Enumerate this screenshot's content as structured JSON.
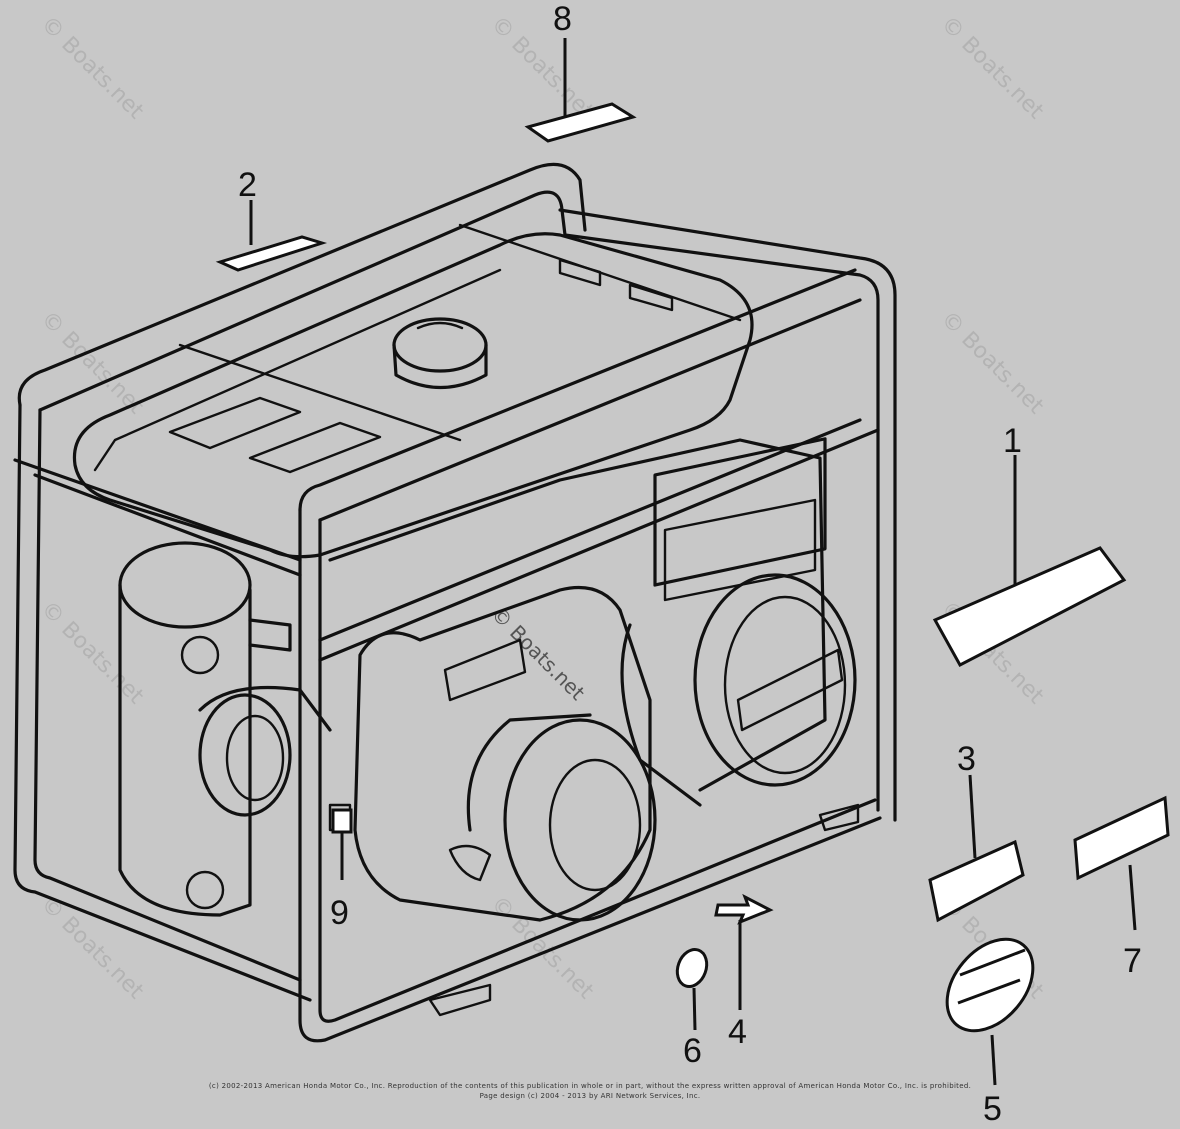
{
  "callouts": {
    "c1": "1",
    "c2": "2",
    "c3": "3",
    "c4": "4",
    "c5": "5",
    "c6": "6",
    "c7": "7",
    "c8": "8",
    "c9": "9"
  },
  "watermark": "© Boats.net",
  "footer": {
    "line1": "(c) 2002-2013 American Honda Motor Co., Inc. Reproduction of the contents of this publication in whole or in part, without the express written approval of American Honda Motor Co., Inc. is prohibited.",
    "line2": "Page design (c) 2004 - 2013 by ARI Network Services, Inc."
  },
  "colors": {
    "background": "#c8c8c8",
    "ink": "#111111",
    "decal": "#ffffff"
  }
}
